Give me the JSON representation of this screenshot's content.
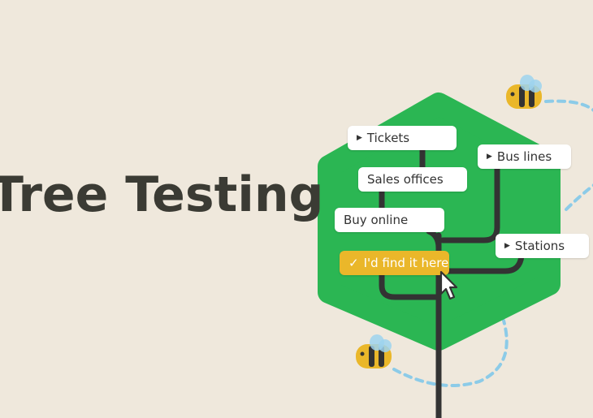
{
  "title": "Tree Testing",
  "colors": {
    "background": "#efe8dc",
    "tree": "#2bb653",
    "branch": "#333333",
    "selected": "#eab72a",
    "bee_trail": "#8ccbe8"
  },
  "nodes": [
    {
      "label": "Tickets",
      "expandable": true
    },
    {
      "label": "Bus lines",
      "expandable": true
    },
    {
      "label": "Sales offices",
      "expandable": false
    },
    {
      "label": "Buy online",
      "expandable": false
    },
    {
      "label": "Stations",
      "expandable": true
    },
    {
      "label": "I'd find it here",
      "selected": true,
      "icon": "check-icon"
    }
  ],
  "icons": {
    "expand": "triangle-right-icon",
    "cursor": "mouse-pointer-icon",
    "decor": "bee-icon"
  }
}
